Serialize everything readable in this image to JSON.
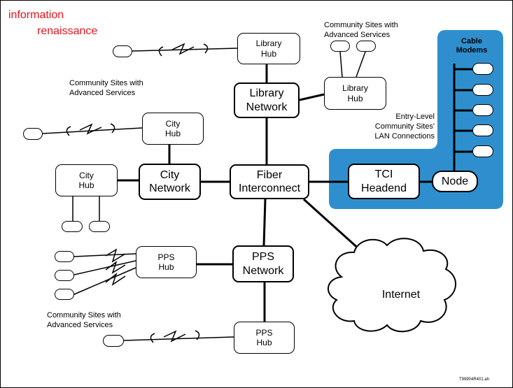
{
  "header": {
    "title_line1": "information",
    "title_line2": "renaissance"
  },
  "notes": {
    "community_top_right": [
      "Community Sites with",
      "Advanced Services"
    ],
    "community_mid_left": [
      "Community Sites with",
      "Advanced Services"
    ],
    "community_bottom_left": [
      "Community Sites with",
      "Advanced Services"
    ],
    "entry_level": [
      "Entry-Level",
      "Community Sites'",
      "LAN Connections"
    ],
    "cable_modems": [
      "Cable",
      "Modems"
    ],
    "figure_id": "T99904R401.ah"
  },
  "nodes": {
    "library_hub_top": [
      "Library",
      "Hub"
    ],
    "library_network": [
      "Library",
      "Network"
    ],
    "library_hub_right": [
      "Library",
      "Hub"
    ],
    "city_hub_top": [
      "City",
      "Hub"
    ],
    "city_hub_left": [
      "City",
      "Hub"
    ],
    "city_network": [
      "City",
      "Network"
    ],
    "fiber_interconnect": [
      "Fiber",
      "Interconnect"
    ],
    "tci_headend": [
      "TCI",
      "Headend"
    ],
    "node": "Node",
    "pps_hub_mid": [
      "PPS",
      "Hub"
    ],
    "pps_network": [
      "PPS",
      "Network"
    ],
    "pps_hub_bottom": [
      "PPS",
      "Hub"
    ],
    "internet": "Internet"
  },
  "colors": {
    "title_red": "#e8141d",
    "cable_region_blue": "#2f8fce",
    "line_black": "#000000"
  }
}
